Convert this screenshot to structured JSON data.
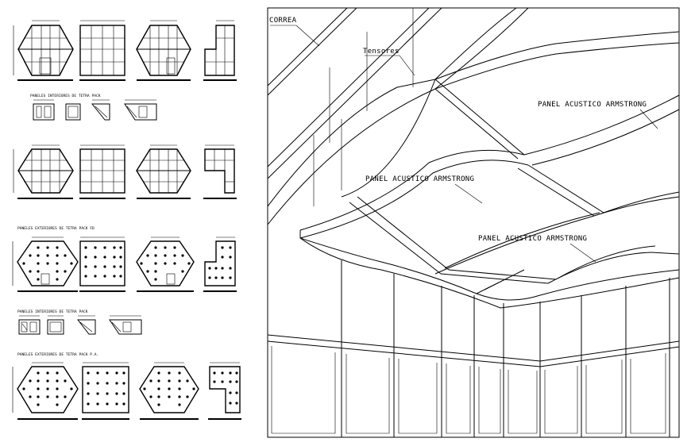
{
  "left_sections": {
    "interior_panels_title": "PANELES INTERIORES  DE  TETRA PACK",
    "exterior_panels_fd_title": "PANELES EXTERIORES  DE  TETRA PACK FD",
    "interior_panels_small_title": "PANELES INTERIORES  DE  TETRA PACK",
    "exterior_panels_pa_title": "PANELES EXTERIORES  DE  TETRA PACK P.A."
  },
  "perspective": {
    "correa_label": "CORREA",
    "tensores_label": "Tensores",
    "panel_label_1": "PANEL ACUSTICO ARMSTRONG",
    "panel_label_2": "PANEL ACUSTICO ARMSTRONG",
    "panel_label_3": "PANEL ACUSTICO ARMSTRONG"
  }
}
